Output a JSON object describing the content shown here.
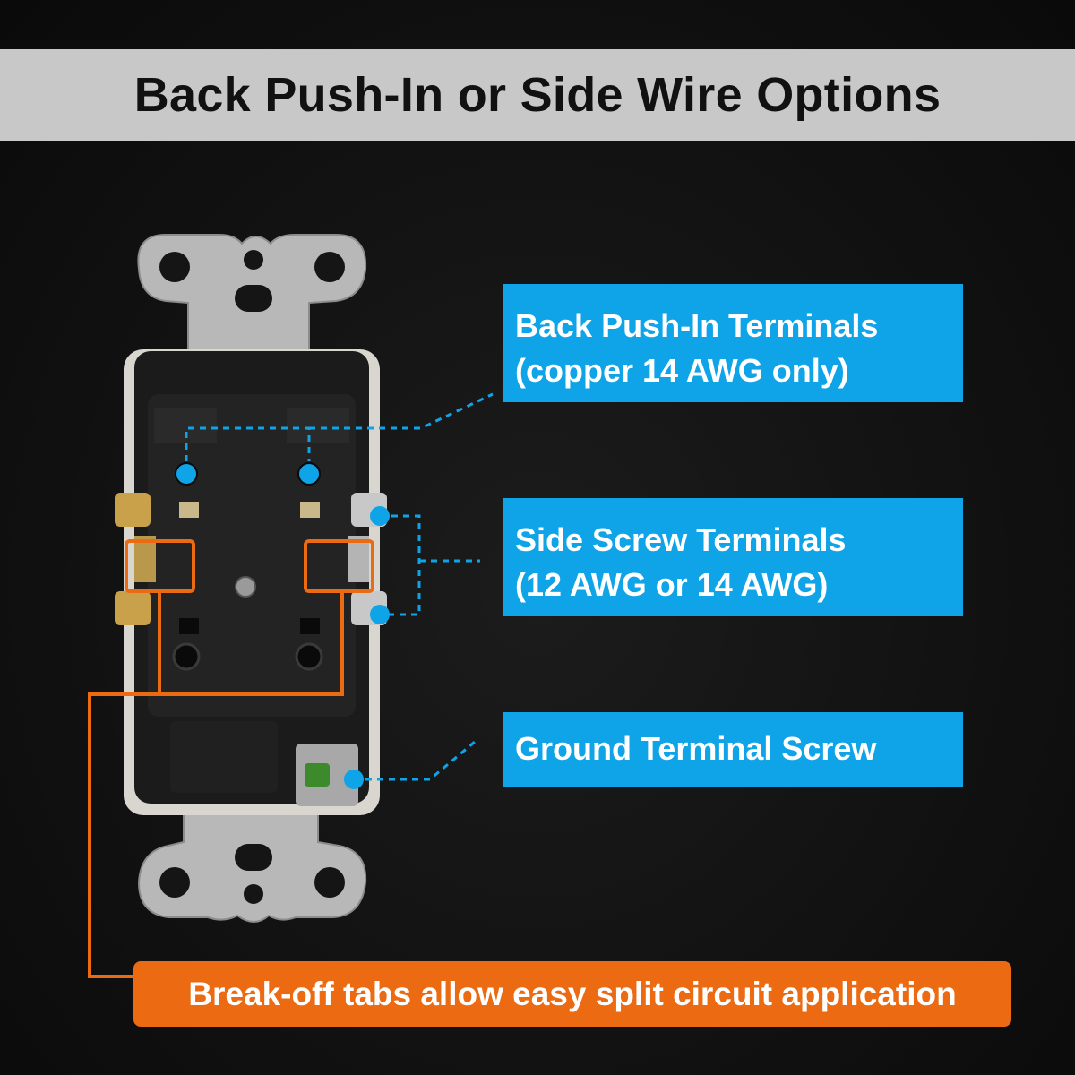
{
  "title": "Back Push-In or Side Wire Options",
  "callouts": {
    "back_push_in": {
      "line1": "Back Push-In Terminals",
      "line2": "(copper 14 AWG only)"
    },
    "side_screw": {
      "line1": "Side Screw Terminals",
      "line2": "(12 AWG or 14 AWG)"
    },
    "ground": {
      "line1": "Ground Terminal Screw"
    }
  },
  "banner": "Break-off tabs allow easy split circuit application",
  "colors": {
    "callout_blue": "#0fa3e8",
    "banner_orange": "#ec6a11",
    "title_bar": "#c8c8c8"
  }
}
